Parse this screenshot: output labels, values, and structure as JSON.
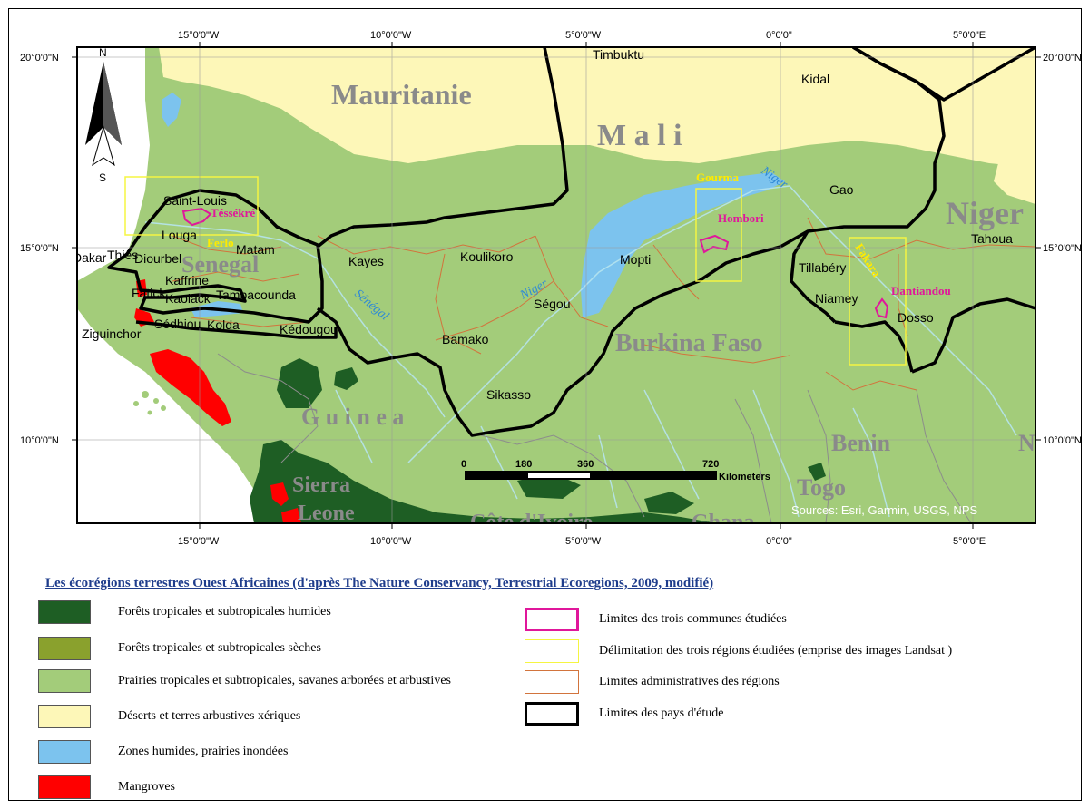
{
  "colors": {
    "desert": "#fdf7b8",
    "savanna": "#a3cc7a",
    "moist_forest": "#1e5e24",
    "dry_forest": "#8aa12d",
    "wetland": "#7cc3ee",
    "mangrove": "#ff0000",
    "study_commune": "#e0179b",
    "study_region": "#f5f542",
    "admin_limit": "#d2743d",
    "country_limit": "#000000",
    "study_label": "#ffeb00"
  },
  "graticule": {
    "top": [
      "15°0'0\"W",
      "10°0'0\"W",
      "5°0'0\"W",
      "0°0'0\""
    ],
    "top_right": "5°0'0\"E",
    "bottom": [
      "15°0'0\"W",
      "10°0'0\"W",
      "5°0'0\"W",
      "0°0'0\"",
      "5°0'0\"E"
    ],
    "left": [
      "20°0'0\"N",
      "15°0'0\"N",
      "10°0'0\"N"
    ],
    "right": [
      "20°0'0\"N",
      "15°0'0\"N",
      "10°0'0\"N"
    ]
  },
  "north_arrow": {
    "n": "N",
    "s": "S"
  },
  "countries": {
    "mauritanie": "Mauritanie",
    "mali": "M a l i",
    "niger": "Niger",
    "senegal": "Senegal",
    "burkina": "Burkina Faso",
    "guinea": "G u i n e a",
    "sierra": "Sierra",
    "leone": "Leone",
    "cote": "Côte d'Ivoire",
    "ghana": "Ghana",
    "benin": "Benin",
    "togo": "Togo",
    "n_edge": "N"
  },
  "cities": {
    "timbuktu": "Timbuktu",
    "kidal": "Kidal",
    "gao": "Gao",
    "tahoua": "Tahoua",
    "saint_louis": "Saint-Louis",
    "louga": "Louga",
    "matam": "Matam",
    "thies": "Thiès",
    "dakar": "Dakar",
    "diourbel": "Diourbel",
    "fatick": "Fatick",
    "kaffrine": "Kaffrine",
    "kaolack": "Kaolack",
    "tambacounda": "Tambacounda",
    "sedhiou": "Sédhiou",
    "kolda": "Kolda",
    "ziguinchor": "Ziguinchor",
    "kedougou": "Kédougou",
    "kayes": "Kayes",
    "koulikoro": "Koulikoro",
    "segou": "Ségou",
    "mopti": "Mopti",
    "bamako": "Bamako",
    "sikasso": "Sikasso",
    "tillabery": "Tillabéry",
    "niamey": "Niamey",
    "dosso": "Dosso"
  },
  "rivers": {
    "senegal": "Sénégal",
    "niger": "Niger",
    "niger_north": "Niger"
  },
  "study_areas": {
    "tessekre": "Téssékré",
    "ferlo": "Ferlo",
    "gourma": "Gourma",
    "hombori": "Hombori",
    "fakara": "Fakara",
    "dantiandou": "Dantiandou"
  },
  "scale_bar": {
    "labels": [
      "0",
      "180",
      "360",
      "720"
    ],
    "unit": "Kilometers"
  },
  "sources": "Sources: Esri, Garmin, USGS, NPS",
  "legend": {
    "title": "Les écorégions terrestres Ouest Africaines (d'après The Nature Conservancy, Terrestrial Ecoregions, 2009, modifié)",
    "ecoregions": [
      {
        "label": "Forêts tropicales et subtropicales humides",
        "color": "#1e5e24"
      },
      {
        "label": "Forêts tropicales et subtropicales sèches",
        "color": "#8aa12d"
      },
      {
        "label": "Prairies tropicales et subtropicales, savanes arborées et arbustives",
        "color": "#a3cc7a"
      },
      {
        "label": "Déserts et terres arbustives xériques",
        "color": "#fdf7b8"
      },
      {
        "label": "Zones humides, prairies  inondées",
        "color": "#7cc3ee"
      },
      {
        "label": "Mangroves",
        "color": "#ff0000"
      }
    ],
    "limits": [
      {
        "label": "Limites des trois communes étudiées",
        "color": "#e0179b"
      },
      {
        "label": "Délimitation des trois régions étudiées (emprise des images Landsat )",
        "color": "#f5f542"
      },
      {
        "label": "Limites administratives des régions",
        "color": "#d2743d"
      },
      {
        "label": "Limites des pays d'étude",
        "color": "#000000"
      }
    ]
  }
}
